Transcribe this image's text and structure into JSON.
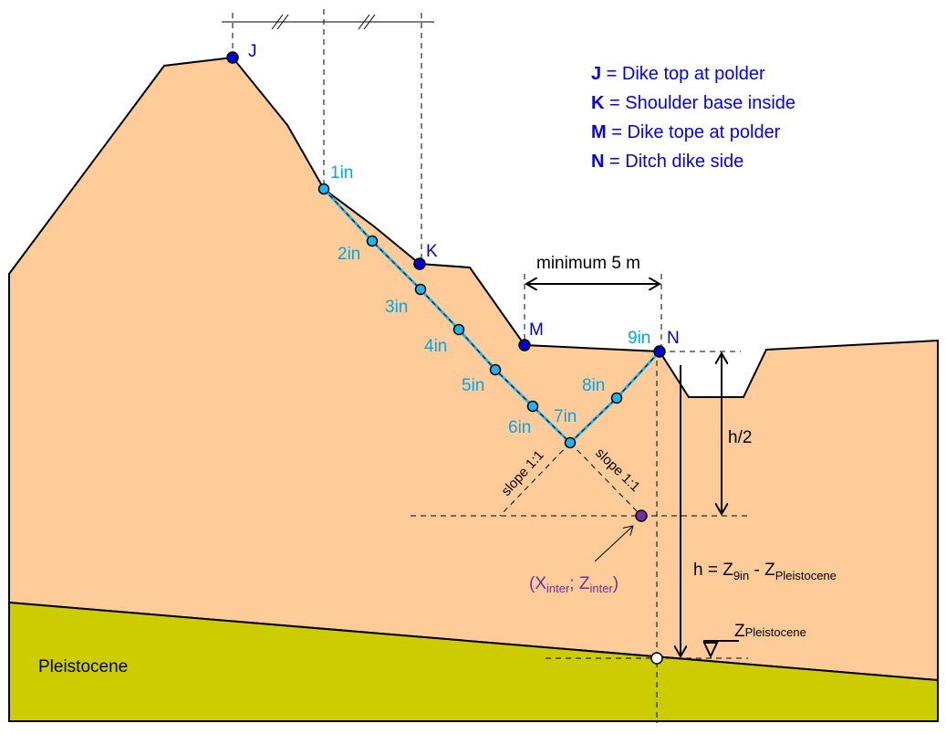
{
  "legend": [
    {
      "key": "J",
      "text": " = Dike top at polder"
    },
    {
      "key": "K",
      "text": " = Shoulder base inside"
    },
    {
      "key": "M",
      "text": " = Dike tope at polder"
    },
    {
      "key": "N",
      "text": " = Ditch dike side"
    }
  ],
  "points": {
    "J": "J",
    "K": "K",
    "M": "M",
    "N": "N"
  },
  "inner_points": [
    "1in",
    "2in",
    "3in",
    "4in",
    "5in",
    "6in",
    "7in",
    "8in",
    "9in"
  ],
  "labels": {
    "minimum": "minimum  5 m",
    "half_h": "h/2",
    "slope_left": "slope 1:1",
    "slope_right": "slope 1:1",
    "h_eq": "h  = Z",
    "h_sub1": "9in",
    "h_minus": " - Z",
    "h_sub2": "Pleistocene",
    "z_pleist": "Z",
    "z_pleist_sub": "Pleistocene",
    "inter_open": "(X",
    "inter_sub1": "inter",
    "inter_mid": "; Z",
    "inter_sub2": "inter",
    "inter_close": ")",
    "pleistocene": "Pleistocene"
  },
  "colors": {
    "soil": "#FFCC99",
    "pleistocene": "#CCCC00",
    "dark_point": "#0000CC",
    "light_point": "#1EB4F0",
    "purple": "#7030A0"
  }
}
